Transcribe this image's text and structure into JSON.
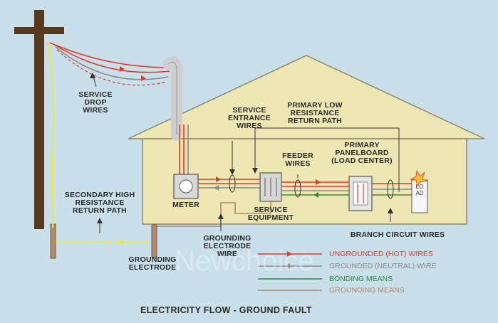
{
  "colors": {
    "sky": "#c9dfe9",
    "house": "#efe7b3",
    "roof_edge": "#8a8a70",
    "pole": "#5a3a1e",
    "hot": "#e23b2e",
    "neutral": "#8a8a8a",
    "bonding": "#2f8a3a",
    "grounding": "#b08a6a",
    "fault_path": "#f2e73a"
  },
  "labels": {
    "service_drop": "SERVICE\nDROP\nWIRES",
    "service_entrance": "SERVICE\nENTRANCE\nWIRES",
    "primary_low": "PRIMARY LOW\nRESISTANCE\nRETURN PATH",
    "feeder": "FEEDER\nWIRES",
    "primary_panel": "PRIMARY\nPANELBOARD\n(LOAD CENTER)",
    "meter": "METER",
    "service_equipment": "SERVICE\nEQUIPMENT",
    "branch_circuit": "BRANCH CIRCUIT WIRES",
    "secondary_high": "SECONDARY HIGH\nRESISTANCE\nRETURN PATH",
    "grounding_electrode": "GROUNDING\nELECTRODE",
    "grounding_electrode_wire": "GROUNDING\nELECTRODE\nWIRE",
    "load": "LOAD"
  },
  "legend": [
    {
      "label": "UNGROUNDED (HOT) WIRES",
      "color": "#e23b2e"
    },
    {
      "label": "GROUNDED (NEUTRAL) WIRE",
      "color": "#8a8a8a"
    },
    {
      "label": "BONDING MEANS",
      "color": "#2f8a3a"
    },
    {
      "label": "GROUNDING MEANS",
      "color": "#b08a6a"
    }
  ],
  "title": "ELECTRICITY FLOW - GROUND FAULT",
  "watermark": "Newchoice"
}
